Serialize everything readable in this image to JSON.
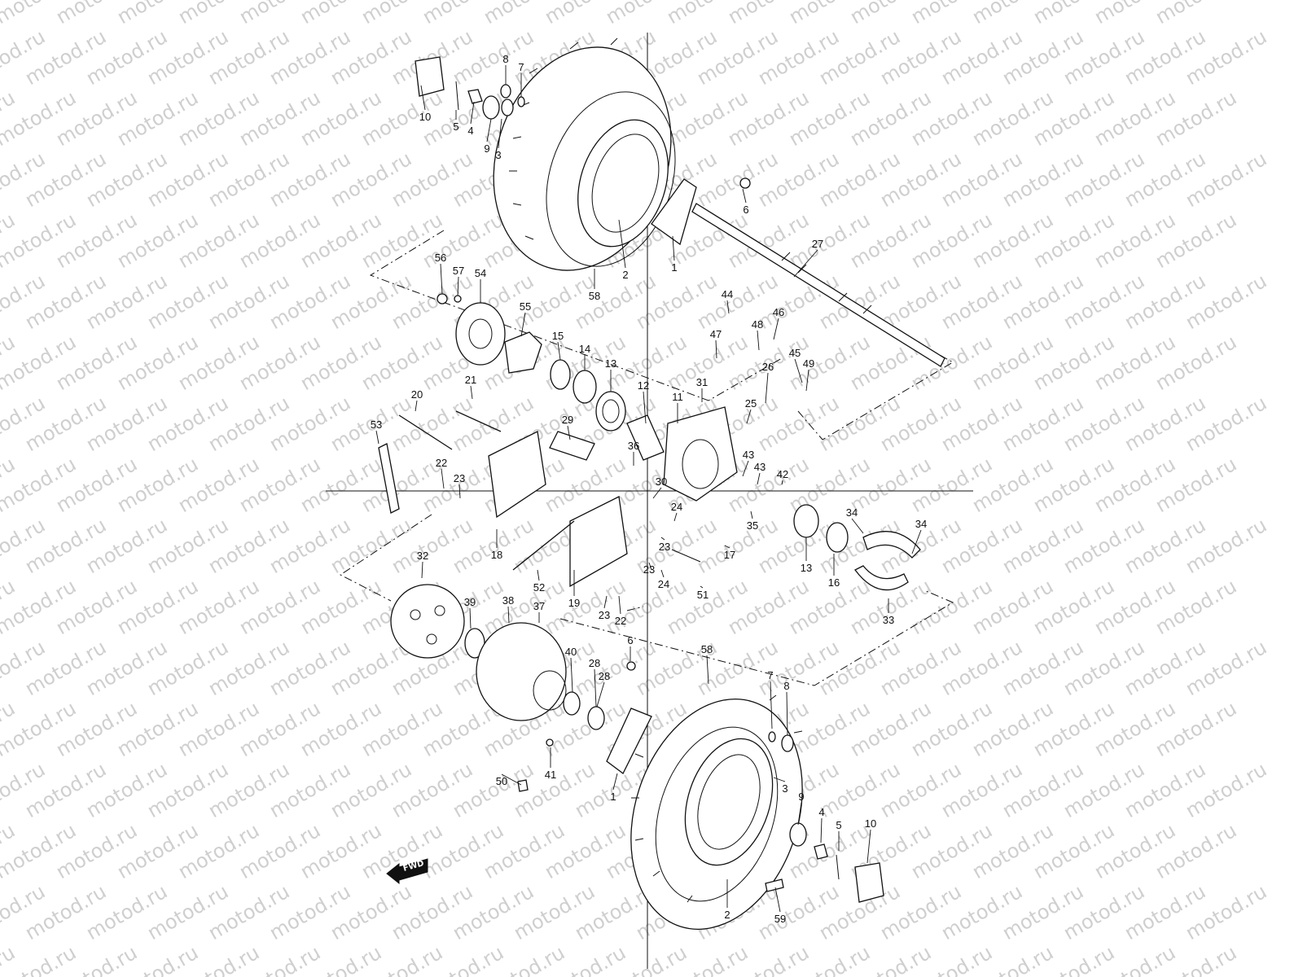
{
  "watermark": {
    "text": "motod.ru"
  },
  "direction_badge": {
    "label": "FWD"
  },
  "callouts": [
    {
      "label": "10"
    },
    {
      "label": "5"
    },
    {
      "label": "4"
    },
    {
      "label": "9"
    },
    {
      "label": "3"
    },
    {
      "label": "8"
    },
    {
      "label": "7"
    },
    {
      "label": "6"
    },
    {
      "label": "2"
    },
    {
      "label": "1"
    },
    {
      "label": "58"
    },
    {
      "label": "27"
    },
    {
      "label": "56"
    },
    {
      "label": "57"
    },
    {
      "label": "54"
    },
    {
      "label": "55"
    },
    {
      "label": "44"
    },
    {
      "label": "46"
    },
    {
      "label": "47"
    },
    {
      "label": "48"
    },
    {
      "label": "45"
    },
    {
      "label": "49"
    },
    {
      "label": "15"
    },
    {
      "label": "14"
    },
    {
      "label": "13"
    },
    {
      "label": "12"
    },
    {
      "label": "31"
    },
    {
      "label": "11"
    },
    {
      "label": "26"
    },
    {
      "label": "25"
    },
    {
      "label": "21"
    },
    {
      "label": "20"
    },
    {
      "label": "29"
    },
    {
      "label": "53"
    },
    {
      "label": "36"
    },
    {
      "label": "43"
    },
    {
      "label": "43"
    },
    {
      "label": "42"
    },
    {
      "label": "22"
    },
    {
      "label": "23"
    },
    {
      "label": "30"
    },
    {
      "label": "24"
    },
    {
      "label": "35"
    },
    {
      "label": "34"
    },
    {
      "label": "34"
    },
    {
      "label": "18"
    },
    {
      "label": "23"
    },
    {
      "label": "17"
    },
    {
      "label": "13"
    },
    {
      "label": "16"
    },
    {
      "label": "32"
    },
    {
      "label": "23"
    },
    {
      "label": "24"
    },
    {
      "label": "51"
    },
    {
      "label": "52"
    },
    {
      "label": "19"
    },
    {
      "label": "33"
    },
    {
      "label": "23"
    },
    {
      "label": "22"
    },
    {
      "label": "39"
    },
    {
      "label": "38"
    },
    {
      "label": "37"
    },
    {
      "label": "6"
    },
    {
      "label": "58"
    },
    {
      "label": "40"
    },
    {
      "label": "28"
    },
    {
      "label": "28"
    },
    {
      "label": "7"
    },
    {
      "label": "8"
    },
    {
      "label": "41"
    },
    {
      "label": "50"
    },
    {
      "label": "1"
    },
    {
      "label": "3"
    },
    {
      "label": "9"
    },
    {
      "label": "4"
    },
    {
      "label": "5"
    },
    {
      "label": "10"
    },
    {
      "label": "2"
    },
    {
      "label": "59"
    }
  ]
}
